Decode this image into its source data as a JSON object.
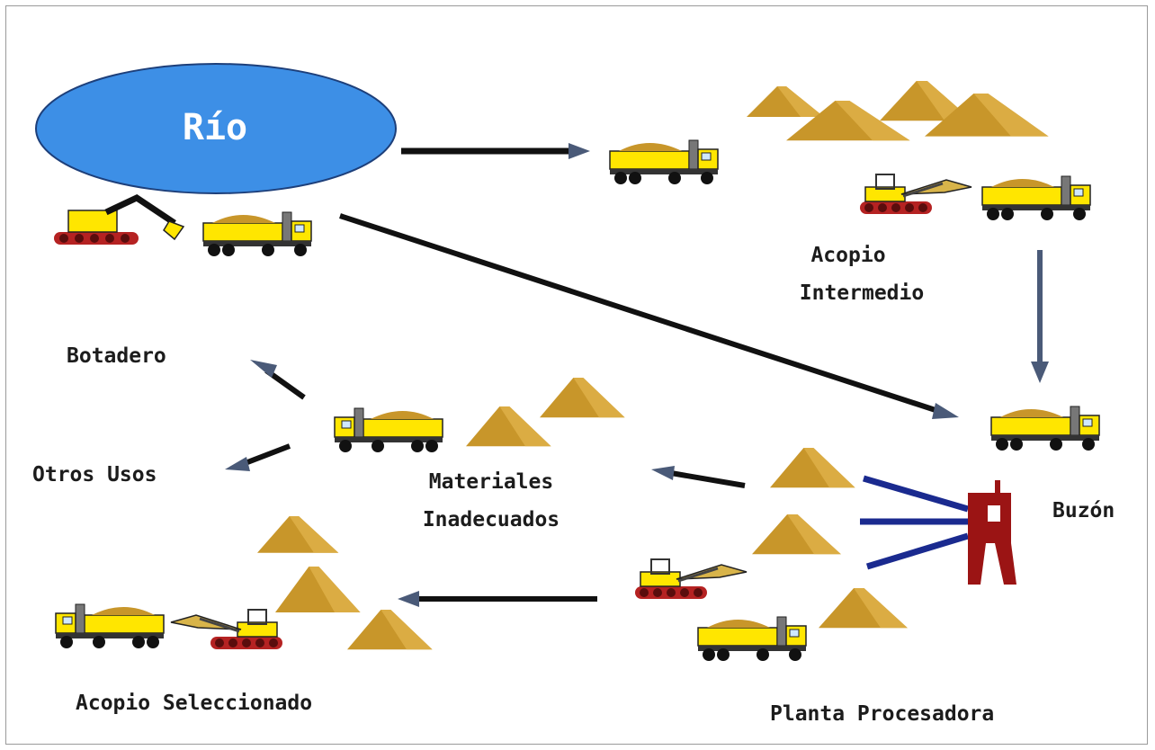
{
  "nodes": {
    "rio": "Río",
    "acopio_intermedio": [
      "Acopio",
      "Intermedio"
    ],
    "botadero": "Botadero",
    "otros_usos": "Otros Usos",
    "materiales_inadecuados": [
      "Materiales",
      "Inadecuados"
    ],
    "buzon": "Buzón",
    "acopio_seleccionado": "Acopio Seleccionado",
    "planta_procesadora": "Planta Procesadora"
  },
  "colors": {
    "river": "#3d8fe6",
    "truck_body": "#ffe600",
    "sand": "#c8962a",
    "plant": "#9b1414",
    "belts": "#1a2a8f",
    "arrow_dark": "#111111",
    "arrow_blue": "#4a5a78"
  },
  "icons": [
    "dump-truck-icon",
    "excavator-icon",
    "front-loader-icon",
    "sand-pile-icon",
    "hopper-icon"
  ]
}
